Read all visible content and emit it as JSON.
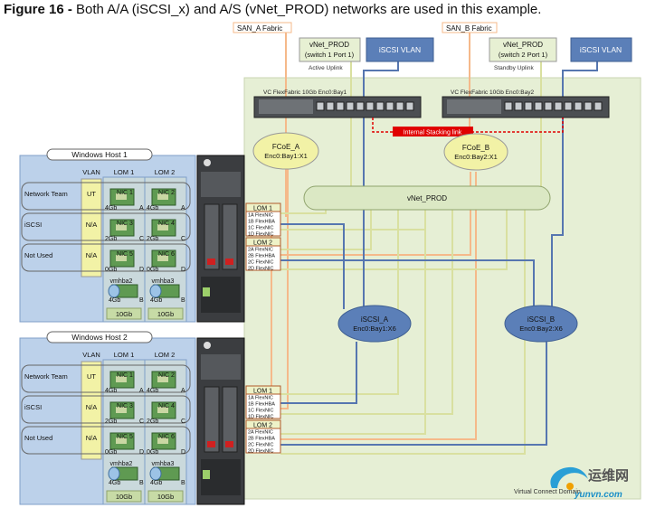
{
  "figure": {
    "label": "Figure 16 -",
    "caption": "Both A/A (iSCSI_x) and A/S (vNet_PROD) networks are used in this example."
  },
  "fabrics": {
    "san_a": "SAN_A Fabric",
    "san_b": "SAN_B Fabric"
  },
  "uplinks": {
    "vnet_prod_1": [
      "vNet_PROD",
      "(switch 1 Port 1)"
    ],
    "vnet_prod_2": [
      "vNet_PROD",
      "(switch 2 Port 1)"
    ],
    "iscsi_vlan": "iSCSI VLAN",
    "active": "Active Uplink",
    "standby": "Standby Uplink"
  },
  "vc_modules": {
    "bay1": "VC FlexFabric 10Gb Enc0:Bay1",
    "bay2": "VC FlexFabric 10Gb Enc0:Bay2",
    "stacking": "Internal Stacking link",
    "domain": "Virtual Connect Domain"
  },
  "networks": {
    "fcoe_a": [
      "FCoE_A",
      "Enc0:Bay1:X1"
    ],
    "fcoe_b": [
      "FCoE_B",
      "Enc0:Bay2:X1"
    ],
    "vnet_prod": "vNet_PROD",
    "iscsi_a": [
      "iSCSI_A",
      "Enc0:Bay1:X6"
    ],
    "iscsi_b": [
      "iSCSI_B",
      "Enc0:Bay2:X6"
    ]
  },
  "hosts": [
    {
      "title": "Windows Host 1",
      "col_vlan": "VLAN",
      "col_lom1": "LOM 1",
      "col_lom2": "LOM 2",
      "rows": [
        {
          "name": "Network Team",
          "vlan": "UT"
        },
        {
          "name": "iSCSI",
          "vlan": "N/A"
        },
        {
          "name": "Not Used",
          "vlan": "N/A"
        }
      ],
      "nics": [
        {
          "name": "NIC 1",
          "speed": "4Gb",
          "port": "A"
        },
        {
          "name": "NIC 2",
          "speed": "4Gb",
          "port": "A"
        },
        {
          "name": "NIC 3",
          "speed": "2Gb",
          "port": "C"
        },
        {
          "name": "NIC 4",
          "speed": "2Gb",
          "port": "C"
        },
        {
          "name": "NIC 5",
          "speed": "0Gb",
          "port": "D"
        },
        {
          "name": "NIC 6",
          "speed": "0Gb",
          "port": "D"
        }
      ],
      "hbas": [
        {
          "name": "vmhba2",
          "speed": "4Gb",
          "port": "B"
        },
        {
          "name": "vmhba3",
          "speed": "4Gb",
          "port": "B"
        }
      ],
      "totals": [
        "10Gb",
        "10Gb"
      ],
      "lom1_ports": [
        "LOM 1",
        "1A FlexNIC",
        "1B FlexHBA",
        "1C FlexNIC",
        "1D FlexNIC"
      ],
      "lom2_ports": [
        "LOM 2",
        "2A FlexNIC",
        "2B FlexHBA",
        "2C FlexNIC",
        "2D FlexNIC"
      ]
    },
    {
      "title": "Windows Host 2",
      "col_vlan": "VLAN",
      "col_lom1": "LOM 1",
      "col_lom2": "LOM 2",
      "rows": [
        {
          "name": "Network Team",
          "vlan": "UT"
        },
        {
          "name": "iSCSI",
          "vlan": "N/A"
        },
        {
          "name": "Not Used",
          "vlan": "N/A"
        }
      ],
      "nics": [
        {
          "name": "NIC 1",
          "speed": "4Gb",
          "port": "A"
        },
        {
          "name": "NIC 2",
          "speed": "4Gb",
          "port": "A"
        },
        {
          "name": "NIC 3",
          "speed": "2Gb",
          "port": "C"
        },
        {
          "name": "NIC 4",
          "speed": "2Gb",
          "port": "C"
        },
        {
          "name": "NIC 5",
          "speed": "0Gb",
          "port": "D"
        },
        {
          "name": "NIC 6",
          "speed": "0Gb",
          "port": "D"
        }
      ],
      "hbas": [
        {
          "name": "vmhba2",
          "speed": "4Gb",
          "port": "B"
        },
        {
          "name": "vmhba3",
          "speed": "4Gb",
          "port": "B"
        }
      ],
      "totals": [
        "10Gb",
        "10Gb"
      ],
      "lom1_ports": [
        "LOM 1",
        "1A FlexNIC",
        "1B FlexHBA",
        "1C FlexNIC",
        "1D FlexNIC"
      ],
      "lom2_ports": [
        "LOM 2",
        "2A FlexNIC",
        "2B FlexHBA",
        "2C FlexNIC",
        "2D FlexNIC"
      ]
    }
  ],
  "watermark": {
    "cn": "运维网",
    "url": "yunvn.com"
  },
  "colors": {
    "host_bg": "#bcd1ea",
    "domain_bg": "#e6efd5",
    "iscsi_bubble": "#5b7fb8",
    "yellow_bubble": "#f2f2a6",
    "green_bubble": "#dbe8c4",
    "fcoe_line": "#f5b98a",
    "iscsi_line": "#5676b0",
    "vnet_line": "#d9e0a0",
    "stacking": "#e00000"
  }
}
